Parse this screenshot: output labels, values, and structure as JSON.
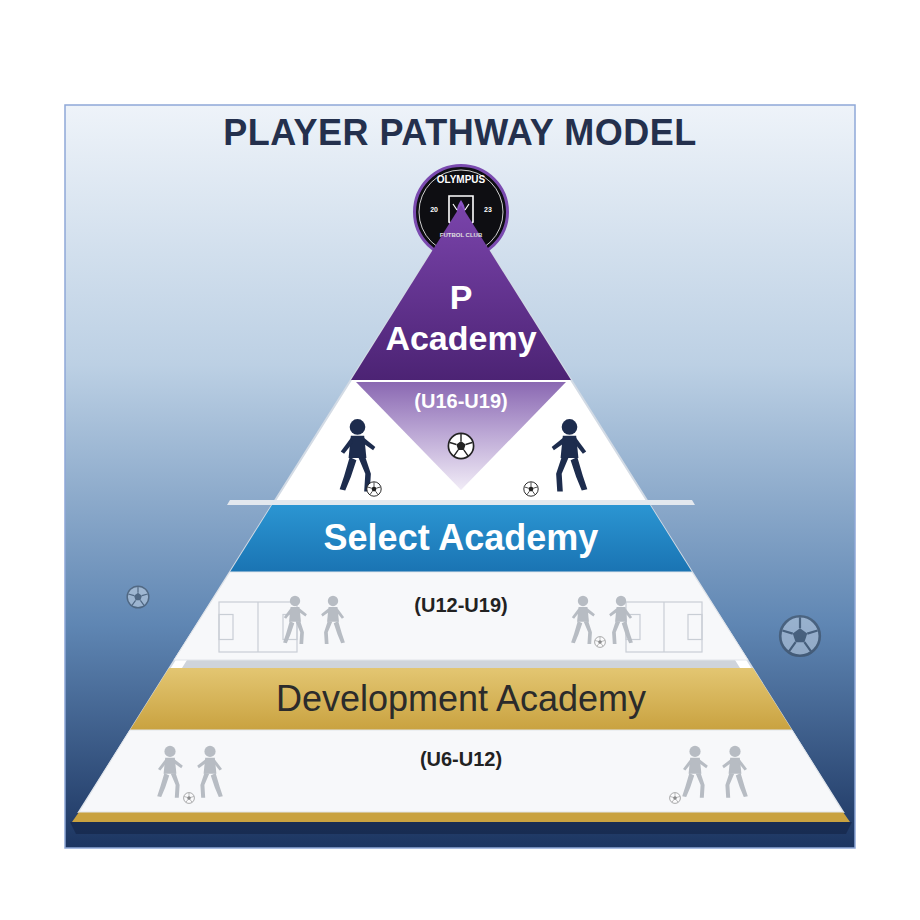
{
  "diagram": {
    "title": "PLAYER PATHWAY MODEL",
    "nodes": [
      {
        "text": [
          "OLYMPUS",
          "20",
          "23",
          "FUTBOL CLUB"
        ]
      },
      {
        "text": [
          "P Academy"
        ]
      },
      {
        "text": [
          "(U16-U19)"
        ]
      },
      {
        "text": [
          "Select Academy"
        ]
      },
      {
        "text": [
          "(U12-U19)"
        ]
      },
      {
        "text": [
          "Development Academy"
        ]
      },
      {
        "text": [
          "(U6-U12)"
        ]
      }
    ]
  }
}
